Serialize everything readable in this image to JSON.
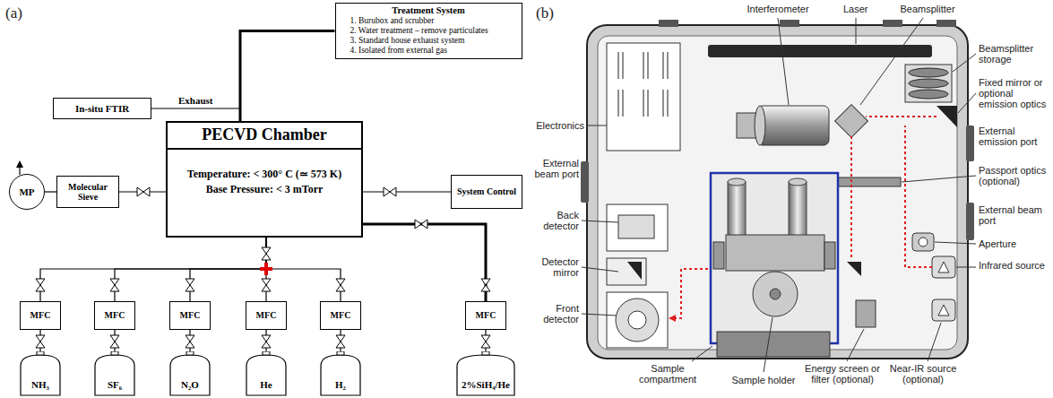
{
  "diagram": {
    "nodes": [
      {
        "text": [
          "Treatment System",
          "1. Burubox and scrubber",
          "2. Water treatment – remove particulates",
          "3. Standard house exhaust system",
          "4. Isolated from external gas"
        ]
      },
      {
        "text": [
          "In-situ FTIR"
        ]
      },
      {
        "text": [
          "PECVD Chamber",
          "Temperature: < 300° C (≃ 573 K)",
          "Base Pressure: < 3 mTorr"
        ]
      },
      {
        "text": [
          "MP"
        ]
      },
      {
        "text": [
          "Molecular Sieve"
        ]
      },
      {
        "text": [
          "System Control"
        ]
      },
      {
        "text": [
          "MFC"
        ]
      },
      {
        "text": [
          "MFC"
        ]
      },
      {
        "text": [
          "MFC"
        ]
      },
      {
        "text": [
          "MFC"
        ]
      },
      {
        "text": [
          "MFC"
        ]
      },
      {
        "text": [
          "MFC"
        ]
      },
      {
        "text": [
          "NH₃"
        ]
      },
      {
        "text": [
          "SF₆"
        ]
      },
      {
        "text": [
          "N₂O"
        ]
      },
      {
        "text": [
          "He"
        ]
      },
      {
        "text": [
          "H₂"
        ]
      },
      {
        "text": [
          "2%SiH₄/He"
        ]
      }
    ],
    "edges": [
      {
        "from": 2,
        "to": 0,
        "arrow": "none"
      },
      {
        "from": 1,
        "to": 2,
        "label": "Exhaust",
        "arrow": "none"
      },
      {
        "from": 3,
        "to": 4,
        "arrow": "none"
      },
      {
        "from": 4,
        "to": 2,
        "arrow": "none"
      },
      {
        "from": 2,
        "to": 5,
        "arrow": "none"
      },
      {
        "from": 2,
        "to": 6,
        "arrow": "none"
      },
      {
        "from": 2,
        "to": 7,
        "arrow": "none"
      },
      {
        "from": 2,
        "to": 8,
        "arrow": "none"
      },
      {
        "from": 2,
        "to": 9,
        "arrow": "none"
      },
      {
        "from": 2,
        "to": 10,
        "arrow": "none"
      },
      {
        "from": 2,
        "to": 11,
        "arrow": "none"
      },
      {
        "from": 6,
        "to": 12,
        "arrow": "none"
      },
      {
        "from": 7,
        "to": 13,
        "arrow": "none"
      },
      {
        "from": 8,
        "to": 14,
        "arrow": "none"
      },
      {
        "from": 9,
        "to": 15,
        "arrow": "none"
      },
      {
        "from": 10,
        "to": 16,
        "arrow": "none"
      },
      {
        "from": 11,
        "to": 17,
        "arrow": "none"
      }
    ],
    "labels": [
      "(a)",
      "(b)",
      "Interferometer",
      "Laser",
      "Beamsplitter",
      "Beamsplitter storage",
      "Fixed mirror or optional emission optics",
      "External emission port",
      "Passport optics (optional)",
      "External beam port",
      "Aperture",
      "Infrared source",
      "Near-IR source (optional)",
      "Energy screen or filter (optional)",
      "Sample holder",
      "Sample compartment",
      "Front detector",
      "Detector mirror",
      "Back detector",
      "External beam port",
      "Electronics"
    ]
  }
}
